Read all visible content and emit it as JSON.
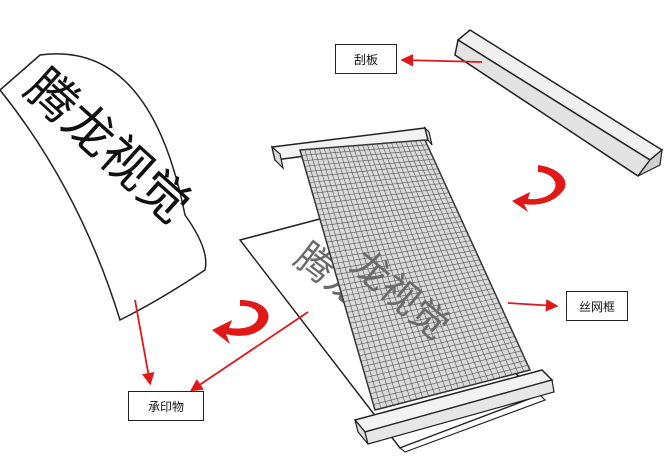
{
  "labels": {
    "scraper": "刮板",
    "screen_frame": "丝网框",
    "substrate": "承印物"
  },
  "film_text": "腾龙视觉",
  "substrate_ghost_text": "腾龙视觉",
  "mesh_ghost_text": "龙视觉",
  "colors": {
    "arrow": "#e01818",
    "outline": "#222222",
    "mesh": "#555555",
    "mesh_fill": "#d9d9d9"
  }
}
